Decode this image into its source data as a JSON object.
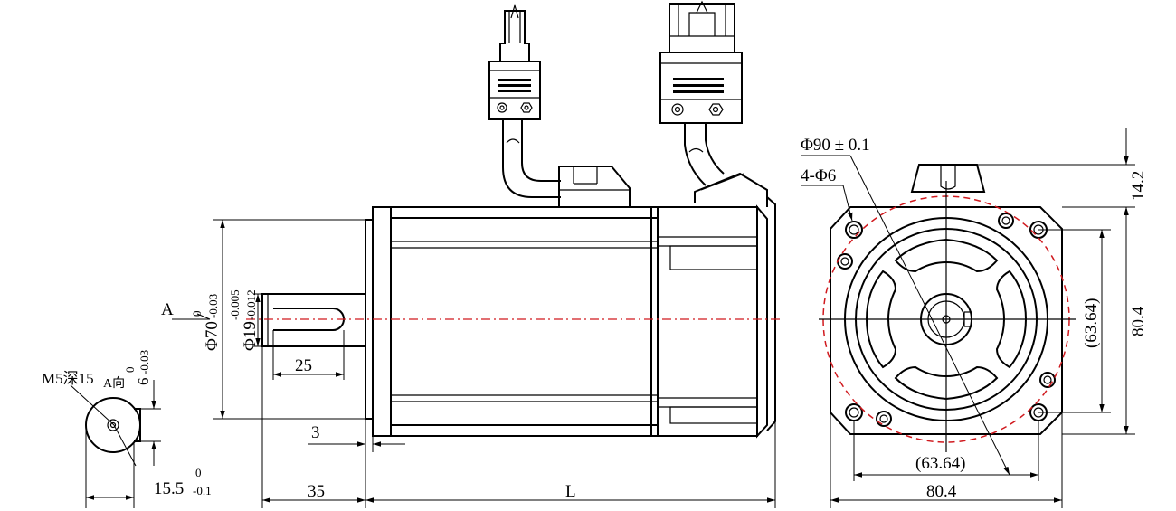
{
  "dimensions": {
    "view_label": "A",
    "flange_bolt_circle": "Φ90 ± 0.1",
    "mounting_holes": "4-Φ6",
    "key_height_offset": "14.2",
    "hole_spacing_v": "(63.64)",
    "flange_square_v": "80.4",
    "hole_spacing_h": "(63.64)",
    "flange_square_h": "80.4",
    "pilot_diameter": "Φ70",
    "pilot_tol_upper": "0",
    "pilot_tol_lower": "-0.03",
    "shaft_diameter": "Φ19",
    "shaft_tol_upper": "-0.005",
    "shaft_tol_lower": "-0.012",
    "key_length": "25",
    "pilot_depth": "3",
    "shaft_length": "35",
    "body_length": "L",
    "thread_spec": "M5深15",
    "a_view_label": "A向",
    "key_width": "6",
    "key_width_tol_upper": "0",
    "key_width_tol_lower": "-0.03",
    "key_depth": "15.5",
    "key_depth_tol_upper": "0",
    "key_depth_tol_lower": "-0.1"
  }
}
